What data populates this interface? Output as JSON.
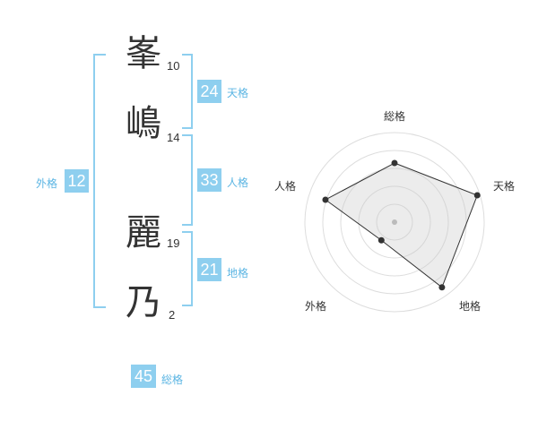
{
  "name": {
    "chars": [
      {
        "char": "峯",
        "strokes": "10"
      },
      {
        "char": "嶋",
        "strokes": "14"
      },
      {
        "char": "麗",
        "strokes": "19"
      },
      {
        "char": "乃",
        "strokes": "2"
      }
    ]
  },
  "fortunes": {
    "tenkaku": {
      "value": "24",
      "label": "天格"
    },
    "jinkaku": {
      "value": "33",
      "label": "人格"
    },
    "chikaku": {
      "value": "21",
      "label": "地格"
    },
    "gaikaku": {
      "value": "12",
      "label": "外格"
    },
    "soukaku": {
      "value": "45",
      "label": "総格"
    }
  },
  "radar": {
    "axes": [
      "総格",
      "天格",
      "地格",
      "外格",
      "人格"
    ],
    "values": [
      0.66,
      0.97,
      0.9,
      0.25,
      0.81
    ]
  },
  "colors": {
    "accent": "#8ecfef",
    "label": "#5bb5e3",
    "text": "#333333"
  }
}
